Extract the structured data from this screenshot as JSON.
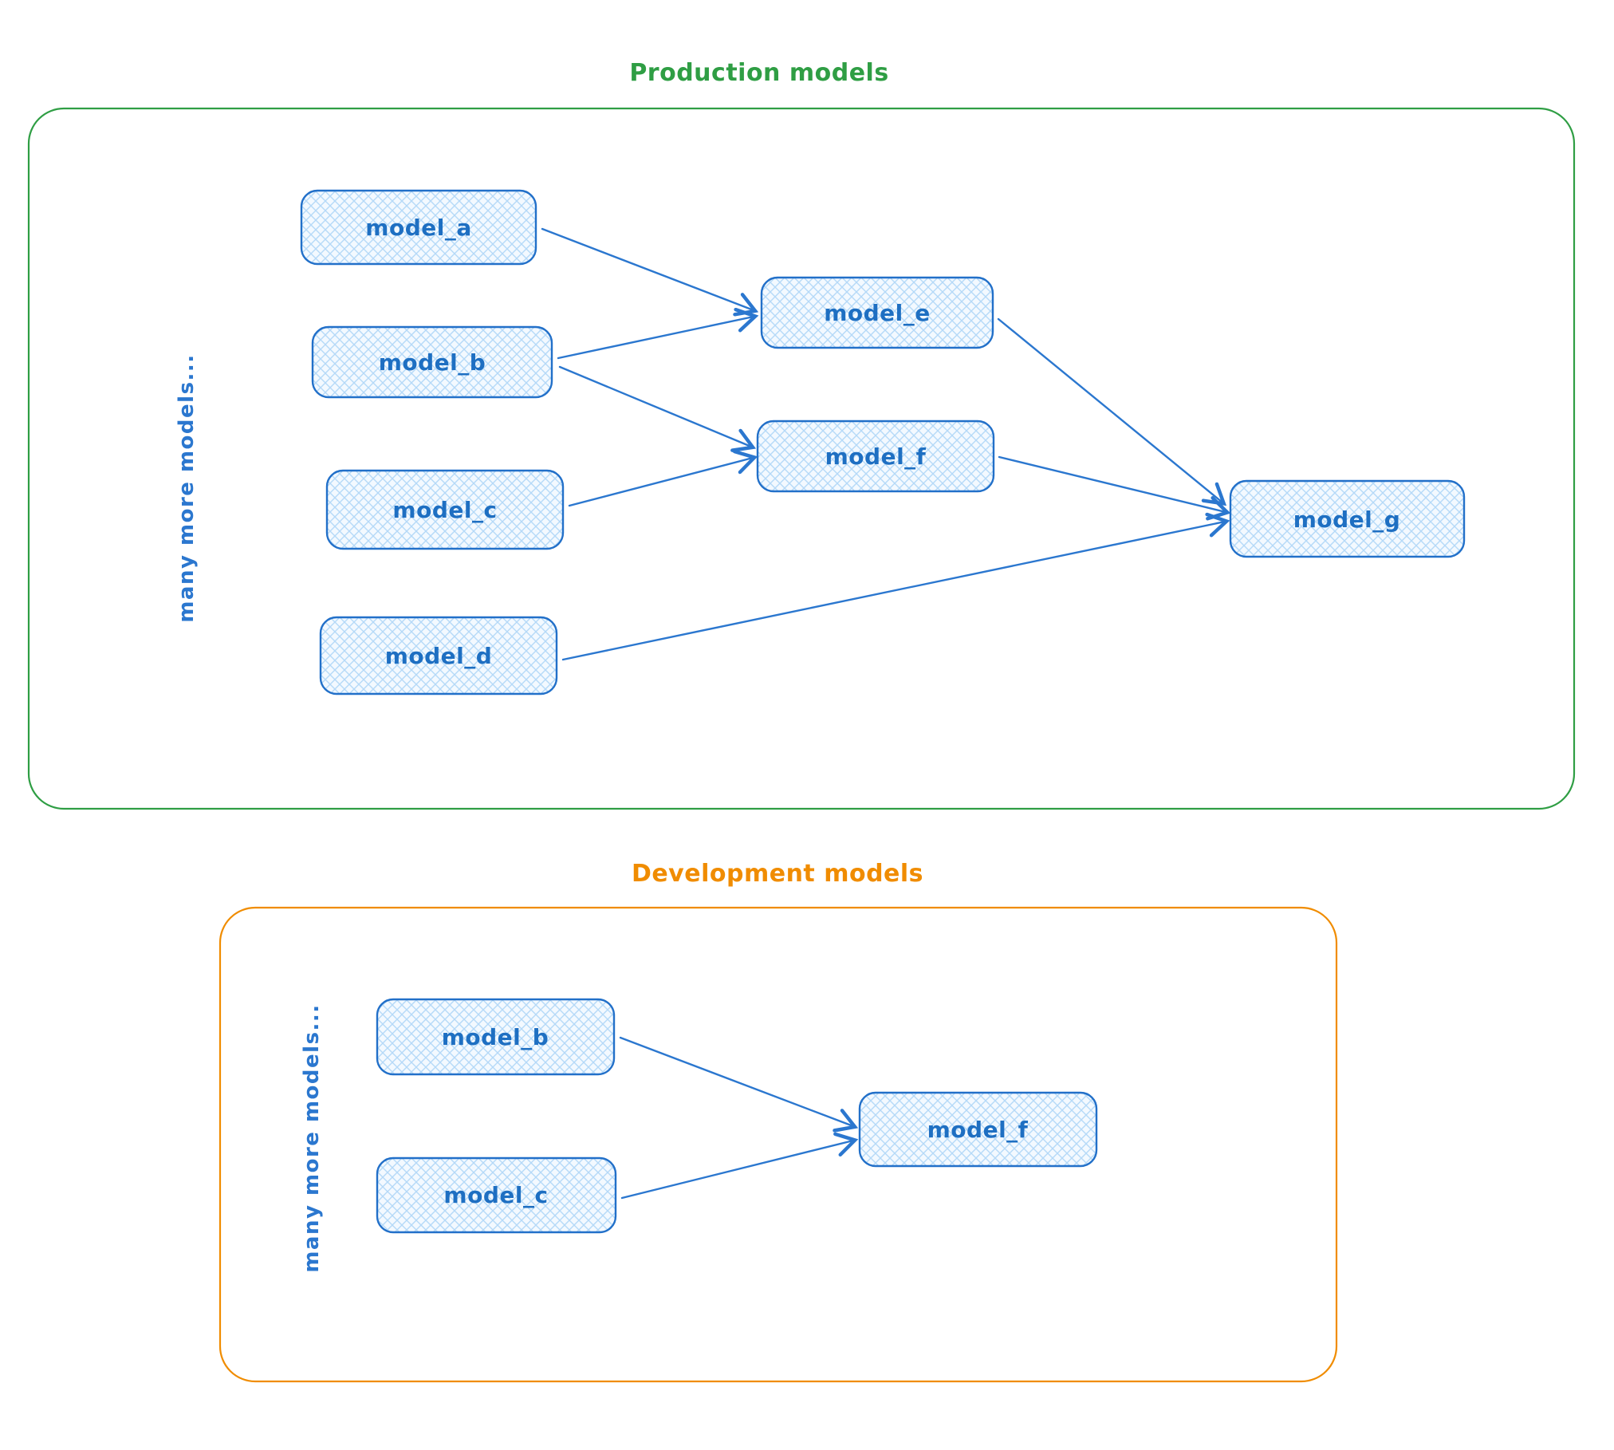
{
  "production": {
    "title": "Production models",
    "title_color": "#2f9e44",
    "border_color": "#2f9e44",
    "side_label": "many more models...",
    "nodes": [
      {
        "id": "model_a",
        "label": "model_a"
      },
      {
        "id": "model_b",
        "label": "model_b"
      },
      {
        "id": "model_c",
        "label": "model_c"
      },
      {
        "id": "model_d",
        "label": "model_d"
      },
      {
        "id": "model_e",
        "label": "model_e"
      },
      {
        "id": "model_f",
        "label": "model_f"
      },
      {
        "id": "model_g",
        "label": "model_g"
      }
    ],
    "edges": [
      {
        "from": "model_a",
        "to": "model_e"
      },
      {
        "from": "model_b",
        "to": "model_e"
      },
      {
        "from": "model_b",
        "to": "model_f"
      },
      {
        "from": "model_c",
        "to": "model_f"
      },
      {
        "from": "model_e",
        "to": "model_g"
      },
      {
        "from": "model_f",
        "to": "model_g"
      },
      {
        "from": "model_d",
        "to": "model_g"
      }
    ]
  },
  "development": {
    "title": "Development models",
    "title_color": "#f08c00",
    "border_color": "#f08c00",
    "side_label": "many more models...",
    "nodes": [
      {
        "id": "model_b",
        "label": "model_b"
      },
      {
        "id": "model_c",
        "label": "model_c"
      },
      {
        "id": "model_f",
        "label": "model_f"
      }
    ],
    "edges": [
      {
        "from": "model_b",
        "to": "model_f"
      },
      {
        "from": "model_c",
        "to": "model_f"
      }
    ]
  },
  "style": {
    "node_stroke": "#2270c9",
    "node_fill_hatch": "#b5d9f8",
    "node_fill_style": "cross-hatch",
    "label_color": "#1e6fc2",
    "arrow_color": "#2b77cf"
  }
}
